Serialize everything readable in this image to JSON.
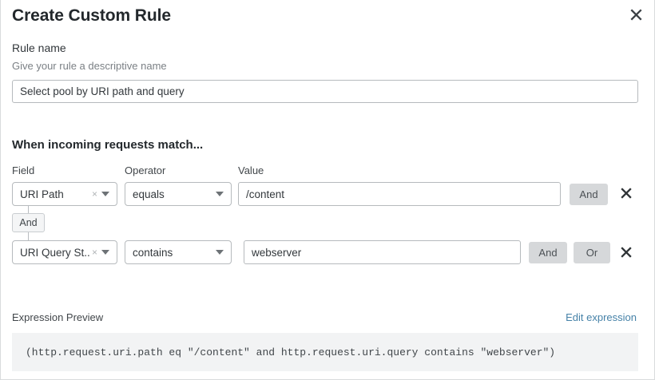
{
  "modal": {
    "title": "Create Custom Rule",
    "close_icon": "close-icon"
  },
  "rule_name": {
    "label": "Rule name",
    "help": "Give your rule a descriptive name",
    "value": "Select pool by URI path and query",
    "placeholder": "Select pool by URI path and query"
  },
  "conditions": {
    "heading": "When incoming requests match...",
    "columns": {
      "field": "Field",
      "operator": "Operator",
      "value": "Value"
    },
    "connector": {
      "label": "And"
    },
    "rows": [
      {
        "field": "URI Path",
        "operator": "equals",
        "value": "/content",
        "value_placeholder": "/content",
        "clear_icon": "clear-icon",
        "caret_icon": "chevron-down-icon",
        "and_label": "And",
        "or_label": null,
        "delete_icon": "delete-icon"
      },
      {
        "field": "URI Query St...",
        "operator": "contains",
        "value": "webserver",
        "value_placeholder": "webserver",
        "clear_icon": "clear-icon",
        "caret_icon": "chevron-down-icon",
        "and_label": "And",
        "or_label": "Or",
        "delete_icon": "delete-icon"
      }
    ]
  },
  "expression_preview": {
    "label": "Expression Preview",
    "edit_link": "Edit expression",
    "expression": "(http.request.uri.path eq \"/content\" and http.request.uri.query contains \"webserver\")"
  },
  "colors": {
    "link": "#4682a8",
    "button_bg": "#d6d8da",
    "border": "#b6babd",
    "preview_bg": "#f2f3f4",
    "text": "#33383c",
    "muted_text": "#7b8085"
  }
}
